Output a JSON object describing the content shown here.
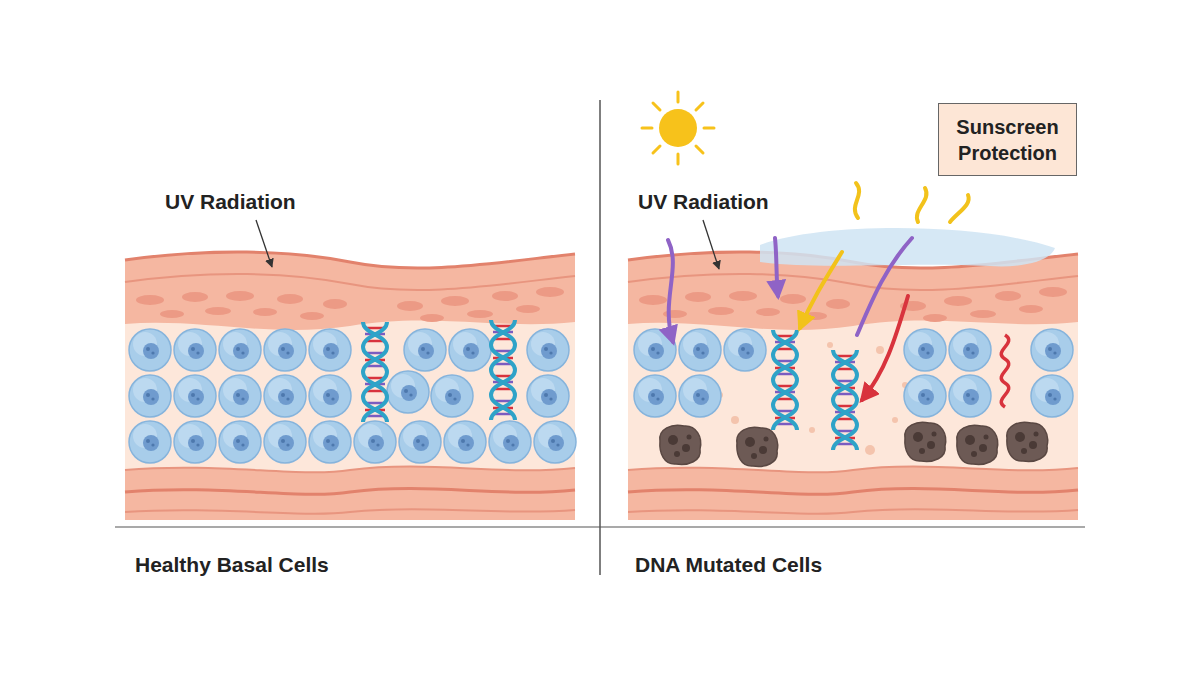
{
  "diagram": {
    "nodes": [
      {
        "text": [
          "Sunscreen Protection"
        ]
      }
    ],
    "labels": [
      "UV Radiation",
      "UV Radiation",
      "Healthy Basal Cells",
      "DNA Mutated Cells"
    ]
  }
}
